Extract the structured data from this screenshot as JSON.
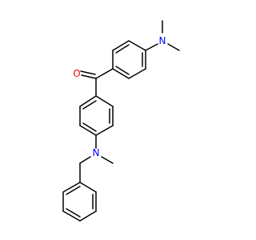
{
  "molecule": {
    "atoms": {
      "oxygen": "O",
      "nitrogen_top": "N",
      "nitrogen_bottom": "N"
    },
    "colors": {
      "bond": "#000000",
      "oxygen": "#ff0000",
      "nitrogen": "#0000ff"
    }
  }
}
